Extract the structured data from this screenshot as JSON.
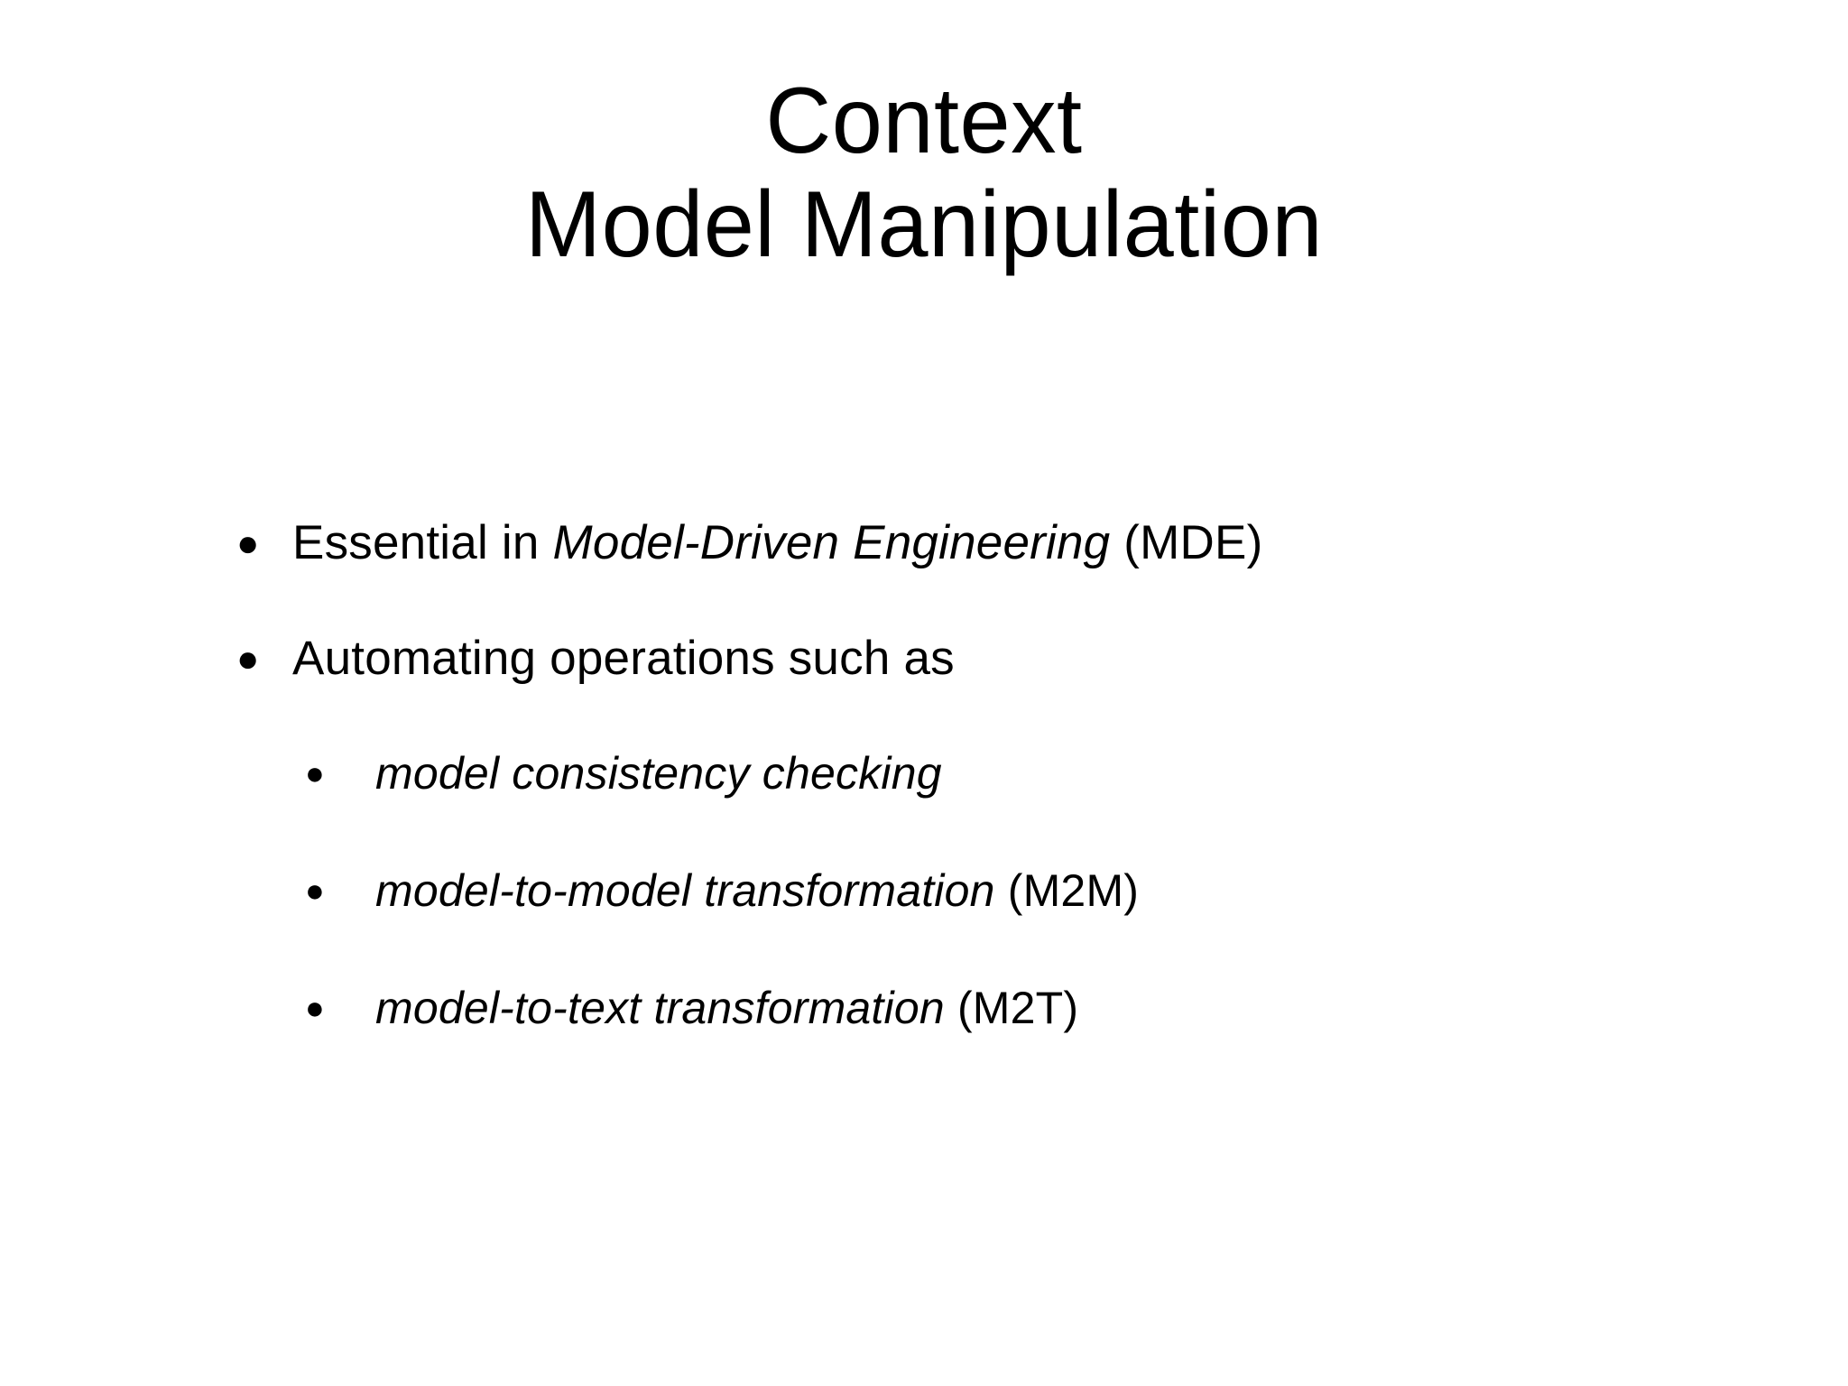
{
  "slide": {
    "background_color": "#ffffff",
    "text_color": "#000000",
    "title": {
      "line_1": "Context",
      "line_2": "Model Manipulation"
    },
    "bullet_marker": "●",
    "body": {
      "items": [
        {
          "level": 1,
          "segments": [
            {
              "text": "Essential in ",
              "style": "roman"
            },
            {
              "text": "Model-Driven Engineering",
              "style": "italic"
            },
            {
              "text": " (MDE)",
              "style": "roman"
            }
          ]
        },
        {
          "level": 1,
          "segments": [
            {
              "text": "Automating operations such as",
              "style": "roman"
            }
          ]
        },
        {
          "level": 2,
          "segments": [
            {
              "text": "model consistency checking",
              "style": "italic"
            }
          ]
        },
        {
          "level": 2,
          "segments": [
            {
              "text": "model-to-model transformation",
              "style": "italic"
            },
            {
              "text": " (M2M)",
              "style": "roman"
            }
          ]
        },
        {
          "level": 2,
          "segments": [
            {
              "text": "model-to-text transformation",
              "style": "italic"
            },
            {
              "text": " (M2T)",
              "style": "roman"
            }
          ]
        }
      ]
    }
  }
}
